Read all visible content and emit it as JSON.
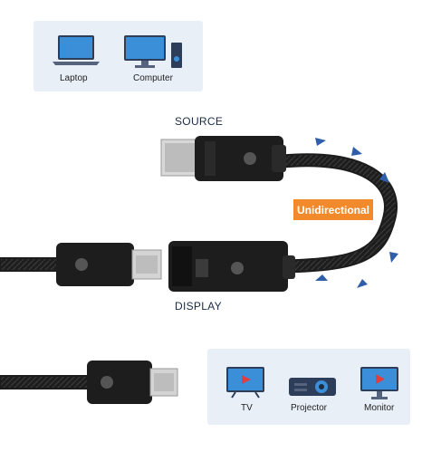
{
  "top_panel": {
    "devices": [
      {
        "label": "Laptop",
        "icon": "laptop-icon"
      },
      {
        "label": "Computer",
        "icon": "computer-icon"
      }
    ]
  },
  "labels": {
    "source": "SOURCE",
    "display": "DISPLAY",
    "direction": "Unidirectional"
  },
  "bottom_panel": {
    "devices": [
      {
        "label": "TV",
        "icon": "tv-icon"
      },
      {
        "label": "Projector",
        "icon": "projector-icon"
      },
      {
        "label": "Monitor",
        "icon": "monitor-icon"
      }
    ]
  },
  "colors": {
    "panel_bg": "#e9eff7",
    "accent_orange": "#f28a2c",
    "arrow_blue": "#2f5fa8",
    "cable_black": "#1c1c1c"
  }
}
